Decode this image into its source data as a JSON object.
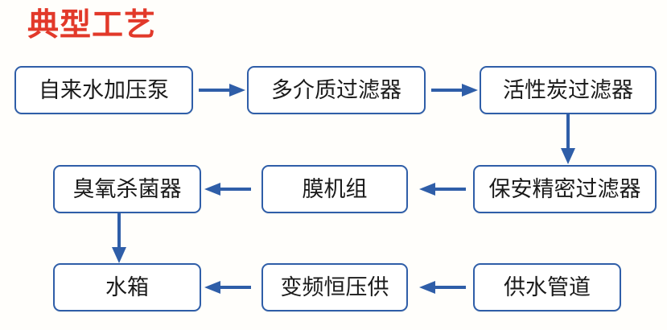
{
  "page": {
    "title": "典型工艺",
    "title_color": "#e2392a",
    "background_color": "#fffefb",
    "box_border_color": "#2f5ea8",
    "arrow_color": "#2f5ea8",
    "text_color": "#1a1a1a"
  },
  "diagram": {
    "type": "flowchart",
    "direction": "serpentine",
    "nodes": [
      {
        "id": "n1",
        "label": "自来水加压泵",
        "row": 1,
        "col": 1
      },
      {
        "id": "n2",
        "label": "多介质过滤器",
        "row": 1,
        "col": 2
      },
      {
        "id": "n3",
        "label": "活性炭过滤器",
        "row": 1,
        "col": 3
      },
      {
        "id": "n4",
        "label": "保安精密过滤器",
        "row": 2,
        "col": 3
      },
      {
        "id": "n5",
        "label": "膜机组",
        "row": 2,
        "col": 2
      },
      {
        "id": "n6",
        "label": "臭氧杀菌器",
        "row": 2,
        "col": 1
      },
      {
        "id": "n7",
        "label": "水箱",
        "row": 3,
        "col": 1
      },
      {
        "id": "n8",
        "label": "变频恒压供",
        "row": 3,
        "col": 2
      },
      {
        "id": "n9",
        "label": "供水管道",
        "row": 3,
        "col": 3
      }
    ],
    "edges": [
      {
        "from": "n1",
        "to": "n2",
        "direction": "right"
      },
      {
        "from": "n2",
        "to": "n3",
        "direction": "right"
      },
      {
        "from": "n3",
        "to": "n4",
        "direction": "down"
      },
      {
        "from": "n4",
        "to": "n5",
        "direction": "left"
      },
      {
        "from": "n5",
        "to": "n6",
        "direction": "left"
      },
      {
        "from": "n6",
        "to": "n7",
        "direction": "down"
      },
      {
        "from": "n9",
        "to": "n8",
        "direction": "left"
      },
      {
        "from": "n8",
        "to": "n7",
        "direction": "left"
      }
    ]
  }
}
